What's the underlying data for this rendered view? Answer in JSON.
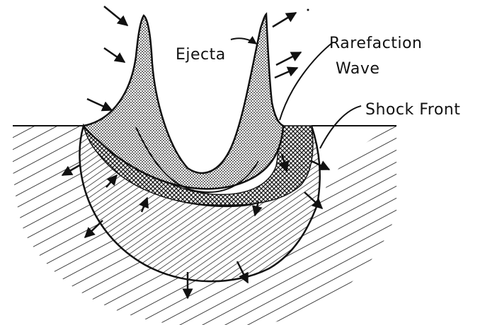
{
  "diagram": {
    "labels": {
      "ejecta": "Ejecta",
      "rarefaction_line1": "Rarefaction",
      "rarefaction_line2": "Wave",
      "shock_front": "Shock Front"
    },
    "colors": {
      "ink": "#111111",
      "background": "#ffffff"
    }
  }
}
